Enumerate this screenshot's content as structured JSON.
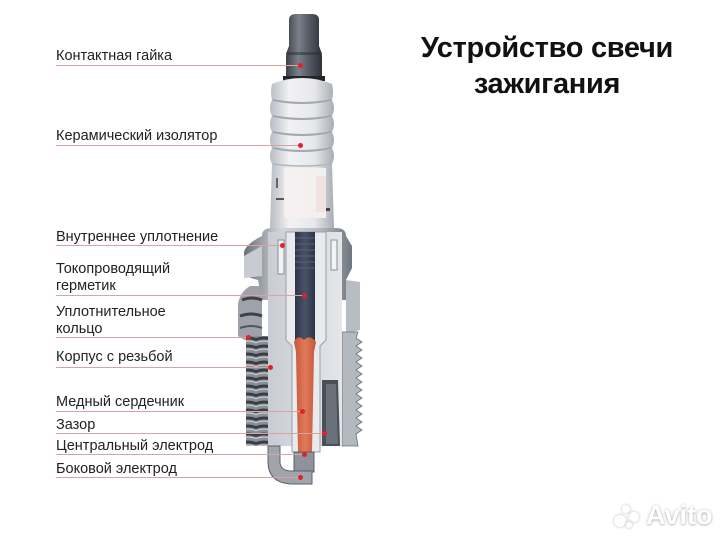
{
  "title": {
    "line1": "Устройство свечи",
    "line2": "зажигания"
  },
  "labels": [
    {
      "id": "contact-nut",
      "lines": [
        "Контактная гайка"
      ]
    },
    {
      "id": "ceramic-insulator",
      "lines": [
        "Керамический изолятор"
      ]
    },
    {
      "id": "inner-seal",
      "lines": [
        "Внутреннее уплотнение"
      ]
    },
    {
      "id": "conductive-sealant",
      "lines": [
        "Токопроводящий",
        "герметик"
      ]
    },
    {
      "id": "sealing-ring",
      "lines": [
        "Уплотнительное",
        "кольцо"
      ]
    },
    {
      "id": "threaded-body",
      "lines": [
        "Корпус с резьбой"
      ]
    },
    {
      "id": "copper-core",
      "lines": [
        "Медный сердечник"
      ]
    },
    {
      "id": "gap",
      "lines": [
        "Зазор"
      ]
    },
    {
      "id": "center-electrode",
      "lines": [
        "Центральный электрод"
      ]
    },
    {
      "id": "side-electrode",
      "lines": [
        "Боковой электрод"
      ]
    }
  ],
  "watermark": {
    "text": "Avito",
    "icon": "avito-circles-icon"
  },
  "colors": {
    "leader_line": "#d9a3a3",
    "marker_dot": "#e0202a",
    "copper": "#d9684a",
    "insulator": "#e8e8ea",
    "metal": "#9aa0a8",
    "dark_core": "#3b4256"
  }
}
